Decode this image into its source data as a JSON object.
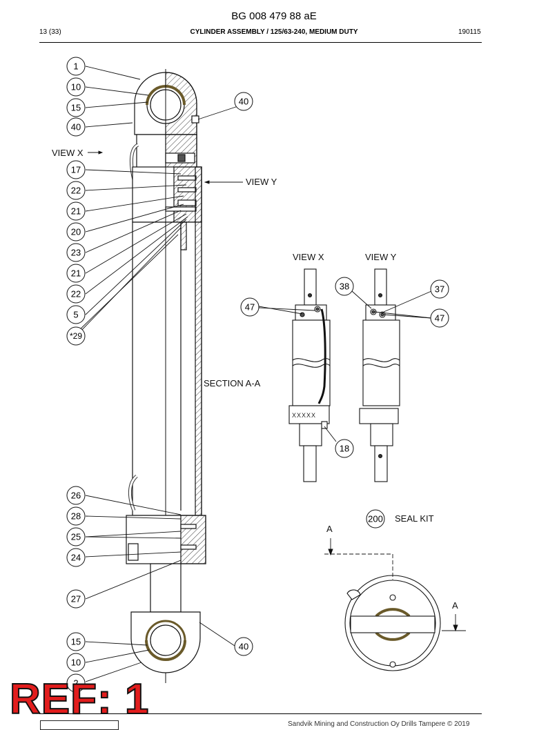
{
  "header": {
    "doc_number": "BG 008 479 88 aE",
    "page": "13 (33)",
    "title": "CYLINDER ASSEMBLY / 125/63-240, MEDIUM DUTY",
    "date": "190115"
  },
  "labels": {
    "view_x": "VIEW X",
    "view_y": "VIEW Y",
    "section": "SECTION A-A",
    "seal_kit": "SEAL KIT",
    "section_mark": "A",
    "serial_marking": "XXXXX"
  },
  "balloons": {
    "b1": "1",
    "b10a": "10",
    "b15a": "15",
    "b40a": "40",
    "b40b": "40",
    "b17": "17",
    "b22a": "22",
    "b21a": "21",
    "b20": "20",
    "b23": "23",
    "b21b": "21",
    "b22b": "22",
    "b5": "5",
    "b29": "*29",
    "b26": "26",
    "b28": "28",
    "b25": "25",
    "b24": "24",
    "b27": "27",
    "b15b": "15",
    "b10b": "10",
    "b2": "2",
    "b40c": "40",
    "b47a": "47",
    "b38": "38",
    "b37": "37",
    "b47b": "47",
    "b18": "18",
    "b200": "200"
  },
  "footer": {
    "copyright": "Sandvik Mining and Construction Oy Drills Tampere © 2019",
    "stamp": "REF: 1"
  }
}
